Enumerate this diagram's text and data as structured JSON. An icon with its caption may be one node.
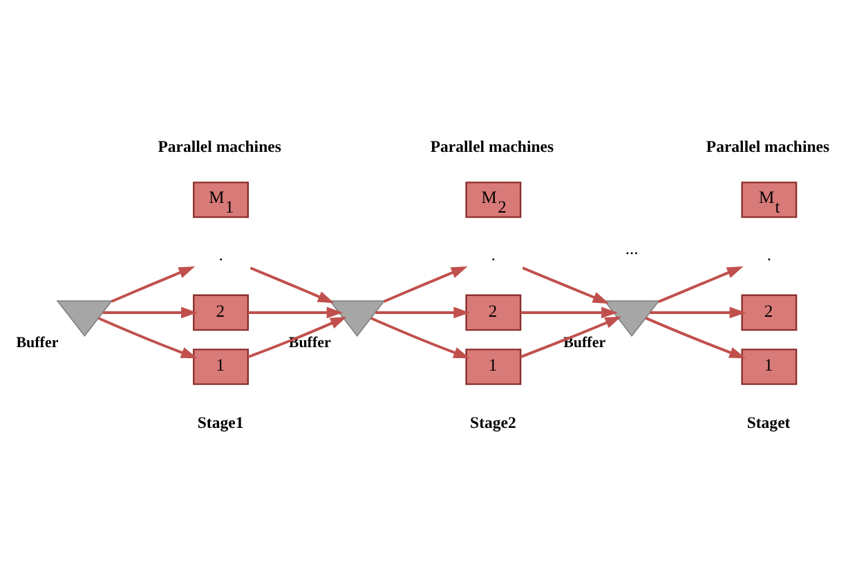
{
  "diagram": {
    "nodes": [
      {
        "text": [],
        "shape": "triangle",
        "beside": [
          "Buffer"
        ]
      },
      {
        "text": [
          "Parallel machines",
          "Stage1"
        ]
      },
      {
        "text": [
          "1"
        ],
        "in": 1
      },
      {
        "text": [
          "2"
        ],
        "in": 1
      },
      {
        "text": [
          "."
        ],
        "in": 1
      },
      {
        "text": [
          "M$_{1}$"
        ],
        "in": 1
      },
      {
        "text": [],
        "shape": "triangle",
        "beside": [
          "Buffer"
        ]
      },
      {
        "text": [
          "Parallel machines",
          "Stage2"
        ]
      },
      {
        "text": [
          "1"
        ],
        "in": 7
      },
      {
        "text": [
          "2"
        ],
        "in": 7
      },
      {
        "text": [
          "."
        ],
        "in": 7
      },
      {
        "text": [
          "M$_{2}$"
        ],
        "in": 7
      },
      {
        "text": [],
        "shape": "triangle",
        "beside": [
          "Buffer"
        ]
      },
      {
        "text": [
          "Parallel machines",
          "Staget"
        ]
      },
      {
        "text": [
          "1"
        ],
        "in": 13
      },
      {
        "text": [
          "2"
        ],
        "in": 13
      },
      {
        "text": [
          "."
        ],
        "in": 13
      },
      {
        "text": [
          "M$_{t}$"
        ],
        "in": 13
      }
    ],
    "edges": [
      {
        "from": 0,
        "to": 2,
        "arrow": "to"
      },
      {
        "from": 0,
        "to": 3,
        "arrow": "to"
      },
      {
        "from": 0,
        "to": 4,
        "arrow": "to"
      },
      {
        "from": 2,
        "to": 6,
        "arrow": "to"
      },
      {
        "from": 3,
        "to": 6,
        "arrow": "to"
      },
      {
        "from": 4,
        "to": 6,
        "arrow": "to"
      },
      {
        "from": 6,
        "to": 8,
        "arrow": "to"
      },
      {
        "from": 6,
        "to": 9,
        "arrow": "to"
      },
      {
        "from": 6,
        "to": 10,
        "arrow": "to"
      },
      {
        "from": 8,
        "to": 12,
        "arrow": "to"
      },
      {
        "from": 9,
        "to": 12,
        "arrow": "to"
      },
      {
        "from": 10,
        "to": 12,
        "arrow": "to"
      },
      {
        "from": 12,
        "to": 14,
        "arrow": "to"
      },
      {
        "from": 12,
        "to": 15,
        "arrow": "to"
      },
      {
        "from": 12,
        "to": 16,
        "arrow": "to"
      }
    ],
    "labels": [
      "..."
    ]
  }
}
